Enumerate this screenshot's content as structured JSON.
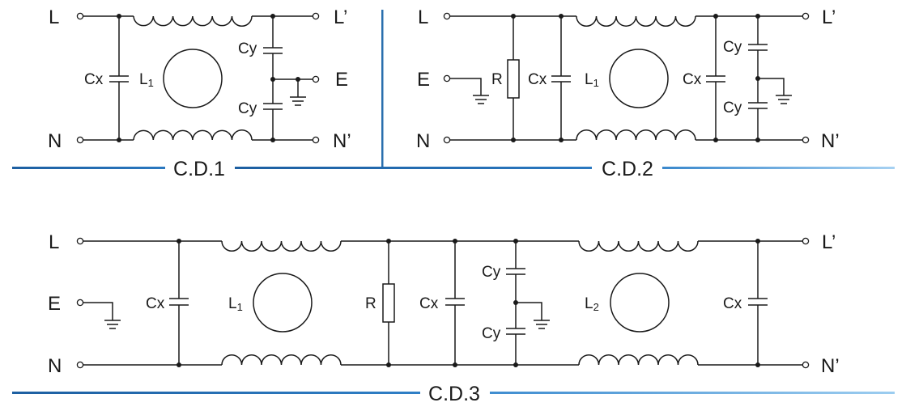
{
  "colors": {
    "accent_dark": "#1d5fa1",
    "accent_light": "#8cc2ec",
    "wire": "#1a1a1a"
  },
  "diagrams": [
    {
      "caption": "C.D.1",
      "terminals": {
        "l_in": "L",
        "n_in": "N",
        "l_out": "L’",
        "n_out": "N’",
        "e_out": "E"
      },
      "components": {
        "cx": "Cx",
        "l1": "L",
        "l1_sub": "1",
        "cy_top": "Cy",
        "cy_bottom": "Cy"
      }
    },
    {
      "caption": "C.D.2",
      "terminals": {
        "l_in": "L",
        "e_in": "E",
        "n_in": "N",
        "l_out": "L’",
        "n_out": "N’"
      },
      "components": {
        "r": "R",
        "cx_in": "Cx",
        "l1": "L",
        "l1_sub": "1",
        "cx_out": "Cx",
        "cy_top": "Cy",
        "cy_bottom": "Cy"
      }
    },
    {
      "caption": "C.D.3",
      "terminals": {
        "l_in": "L",
        "e_in": "E",
        "n_in": "N",
        "l_out": "L’",
        "n_out": "N’"
      },
      "components": {
        "cx_1": "Cx",
        "l1": "L",
        "l1_sub": "1",
        "r": "R",
        "cx_2": "Cx",
        "cy_top": "Cy",
        "cy_bottom": "Cy",
        "l2": "L",
        "l2_sub": "2",
        "cx_3": "Cx"
      }
    }
  ]
}
